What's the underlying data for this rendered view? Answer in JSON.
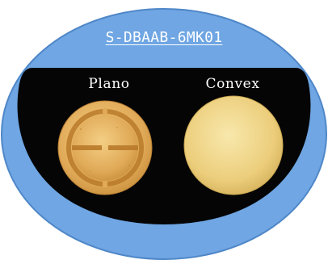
{
  "product": {
    "title": "S-DBAAB-6MK01"
  },
  "sides": [
    {
      "label": "Plano"
    },
    {
      "label": "Convex"
    }
  ],
  "colors": {
    "outer_ring": "#6fa6e3",
    "outer_ring_edge": "#4f87c8",
    "inner_field": "#050505",
    "plano_gold": "#e0aa58",
    "plano_gold_light": "#f4cf84",
    "convex_gold": "#ecce7c",
    "convex_gold_light": "#f8e8ac"
  }
}
